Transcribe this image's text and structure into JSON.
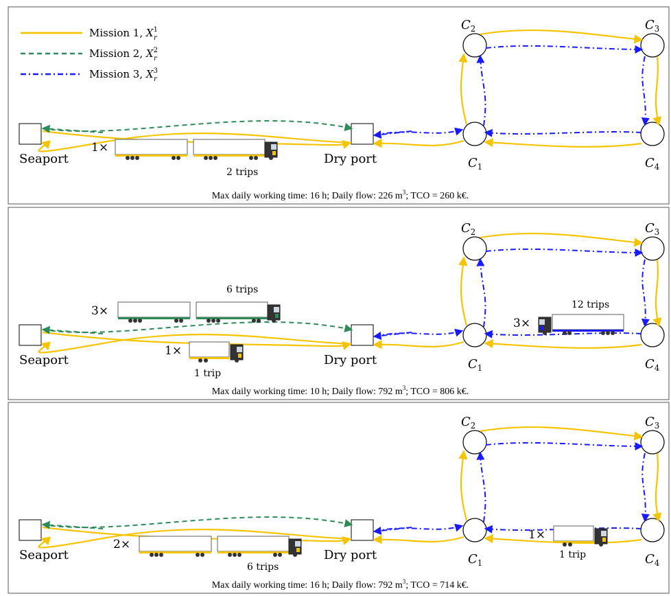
{
  "legend": [
    {
      "label": "Mission 1, X",
      "sup": "1",
      "sub": "r",
      "color": "#f5c400",
      "style": "solid"
    },
    {
      "label": "Mission 2, X",
      "sup": "2",
      "sub": "r",
      "color": "#2e8b57",
      "style": "dashed"
    },
    {
      "label": "Mission 3, X",
      "sup": "3",
      "sub": "r",
      "color": "#1a1aff",
      "style": "dashdot"
    }
  ],
  "nodes": {
    "seaport": "Seaport",
    "dryport": "Dry port",
    "c1": "C",
    "c1_sub": "1",
    "c2": "C",
    "c2_sub": "2",
    "c3": "C",
    "c3_sub": "3",
    "c4": "C",
    "c4_sub": "4"
  },
  "panels": [
    {
      "caption_pre": "Max daily working time: 16 h; Daily flow: 226 m",
      "caption_sup": "3",
      "caption_post": "; TCO = 260 k€.",
      "fleet": [
        {
          "count": "1×",
          "trips": "2 trips",
          "kind": "long",
          "accent": "#f5c400"
        }
      ]
    },
    {
      "caption_pre": "Max daily working time: 10 h; Daily flow: 792 m",
      "caption_sup": "3",
      "caption_post": "; TCO = 806 k€.",
      "fleet": [
        {
          "count": "3×",
          "trips": "6 trips",
          "kind": "long",
          "accent": "#2e8b57"
        },
        {
          "count": "1×",
          "trips": "1 trip",
          "kind": "short",
          "accent": "#f5c400"
        },
        {
          "count": "3×",
          "trips": "12 trips",
          "kind": "rigid",
          "accent": "#1a1aff"
        }
      ]
    },
    {
      "caption_pre": "Max daily working time: 16 h; Daily flow: 792 m",
      "caption_sup": "3",
      "caption_post": "; TCO = 714 k€.",
      "fleet": [
        {
          "count": "2×",
          "trips": "6 trips",
          "kind": "long",
          "accent": "#f5c400"
        },
        {
          "count": "1×",
          "trips": "1 trip",
          "kind": "short",
          "accent": "#f5c400"
        }
      ]
    }
  ]
}
